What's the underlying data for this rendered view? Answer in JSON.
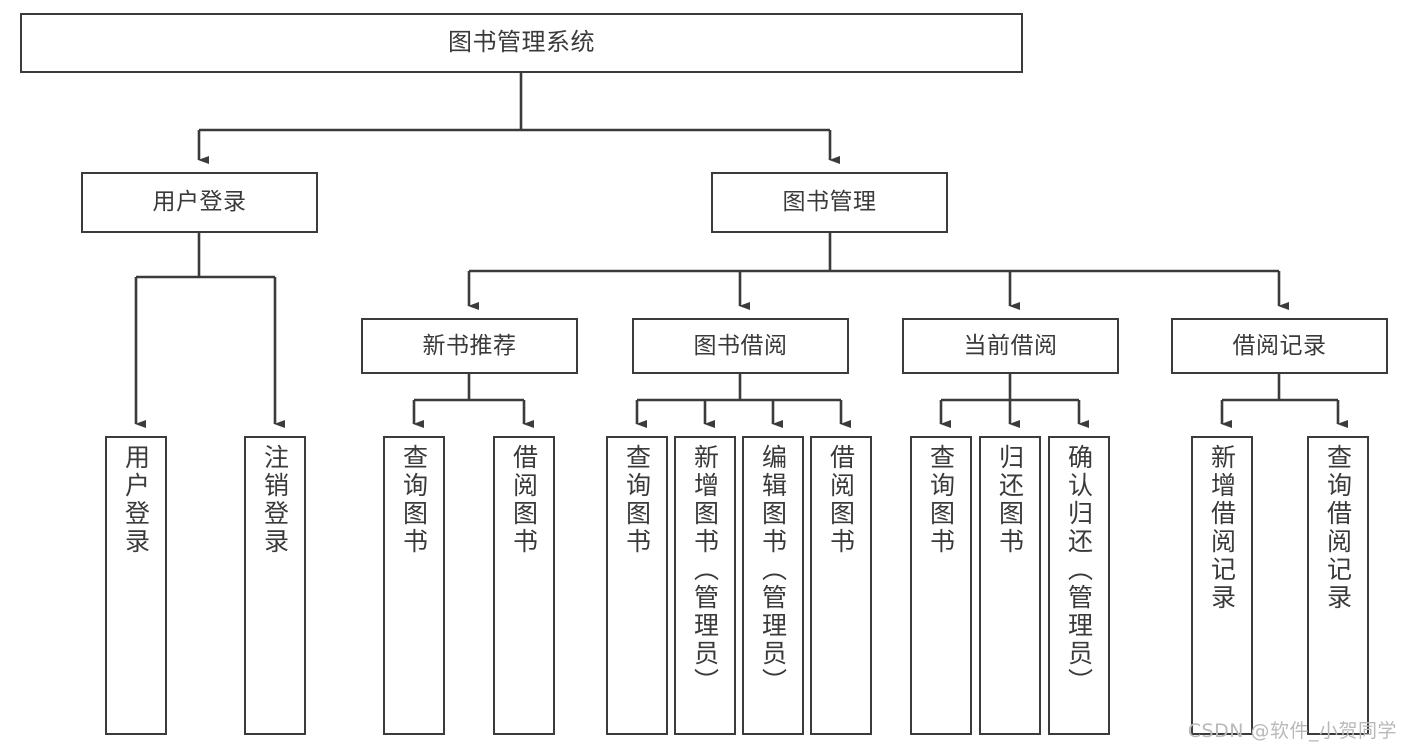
{
  "diagram": {
    "type": "tree",
    "title": "图书管理系统",
    "orientation": "top-down",
    "colors": {
      "background": "#ffffff",
      "box_border": "#3b3b3b",
      "box_fill": "#ffffff",
      "text": "#3a3a3a",
      "connector": "#3b3b3b",
      "watermark": "#b9b9b9"
    },
    "root": {
      "label": "图书管理系统"
    },
    "level2": [
      {
        "label": "用户登录"
      },
      {
        "label": "图书管理"
      }
    ],
    "level3": [
      {
        "label": "新书推荐"
      },
      {
        "label": "图书借阅"
      },
      {
        "label": "当前借阅"
      },
      {
        "label": "借阅记录"
      }
    ],
    "leaves": {
      "user_login": [
        {
          "label": "用户登录"
        },
        {
          "label": "注销登录"
        }
      ],
      "new_book_recommend": [
        {
          "label": "查询图书"
        },
        {
          "label": "借阅图书"
        }
      ],
      "book_borrow": [
        {
          "label": "查询图书"
        },
        {
          "label": "新增图书（管理员）"
        },
        {
          "label": "编辑图书（管理员）"
        },
        {
          "label": "借阅图书"
        }
      ],
      "current_borrow": [
        {
          "label": "查询图书"
        },
        {
          "label": "归还图书"
        },
        {
          "label": "确认归还（管理员）"
        }
      ],
      "borrow_record": [
        {
          "label": "新增借阅记录"
        },
        {
          "label": "查询借阅记录"
        }
      ]
    },
    "watermark": "CSDN @软件_小贺同学"
  }
}
